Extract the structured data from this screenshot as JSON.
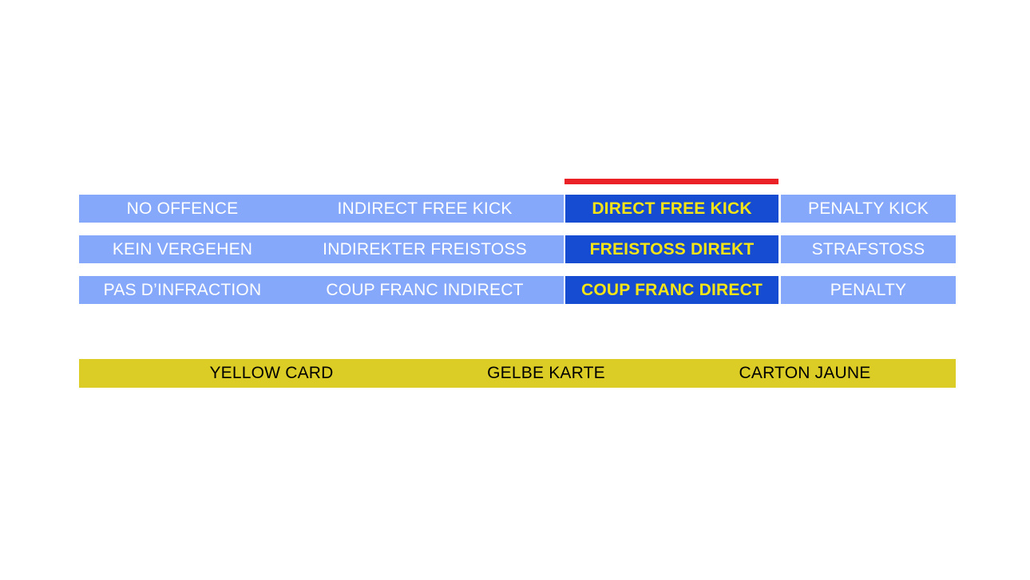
{
  "colors": {
    "background": "#ffffff",
    "cell_default_bg": "#86a8fb",
    "cell_default_text": "#ffffff",
    "cell_highlight_bg": "#154cd1",
    "cell_highlight_text": "#f5e517",
    "marker_red": "#ea2127",
    "card_yellow_bg": "#dbcd26",
    "card_yellow_text": "#000000"
  },
  "matrix": {
    "highlighted_column": "direct-free-kick",
    "columns": [
      "no-offence",
      "indirect-free-kick",
      "direct-free-kick",
      "penalty-kick"
    ],
    "rows": [
      {
        "language": "english",
        "cells": [
          {
            "id": "no-offence",
            "label": "NO OFFENCE",
            "state": "normal"
          },
          {
            "id": "indirect-free-kick",
            "label": "INDIRECT FREE KICK",
            "state": "normal"
          },
          {
            "id": "direct-free-kick",
            "label": "DIRECT FREE KICK",
            "state": "highlight"
          },
          {
            "id": "penalty-kick",
            "label": "PENALTY KICK",
            "state": "normal"
          }
        ]
      },
      {
        "language": "german",
        "cells": [
          {
            "id": "no-offence",
            "label": "KEIN VERGEHEN",
            "state": "normal"
          },
          {
            "id": "indirect-free-kick",
            "label": "INDIREKTER FREISTOSS",
            "state": "normal"
          },
          {
            "id": "direct-free-kick",
            "label": "FREISTOSS DIREKT",
            "state": "highlight"
          },
          {
            "id": "penalty-kick",
            "label": "STRAFSTOSS",
            "state": "normal"
          }
        ]
      },
      {
        "language": "french",
        "cells": [
          {
            "id": "no-offence",
            "label": "PAS D’INFRACTION",
            "state": "normal"
          },
          {
            "id": "indirect-free-kick",
            "label": "COUP FRANC INDIRECT",
            "state": "normal"
          },
          {
            "id": "direct-free-kick",
            "label": "COUP FRANC DIRECT",
            "state": "highlight"
          },
          {
            "id": "penalty-kick",
            "label": "PENALTY",
            "state": "normal"
          }
        ]
      }
    ]
  },
  "card_bar": {
    "type": "yellow-card",
    "labels": [
      {
        "language": "english",
        "label": "YELLOW CARD"
      },
      {
        "language": "german",
        "label": "GELBE KARTE"
      },
      {
        "language": "french",
        "label": "CARTON JAUNE"
      }
    ]
  }
}
